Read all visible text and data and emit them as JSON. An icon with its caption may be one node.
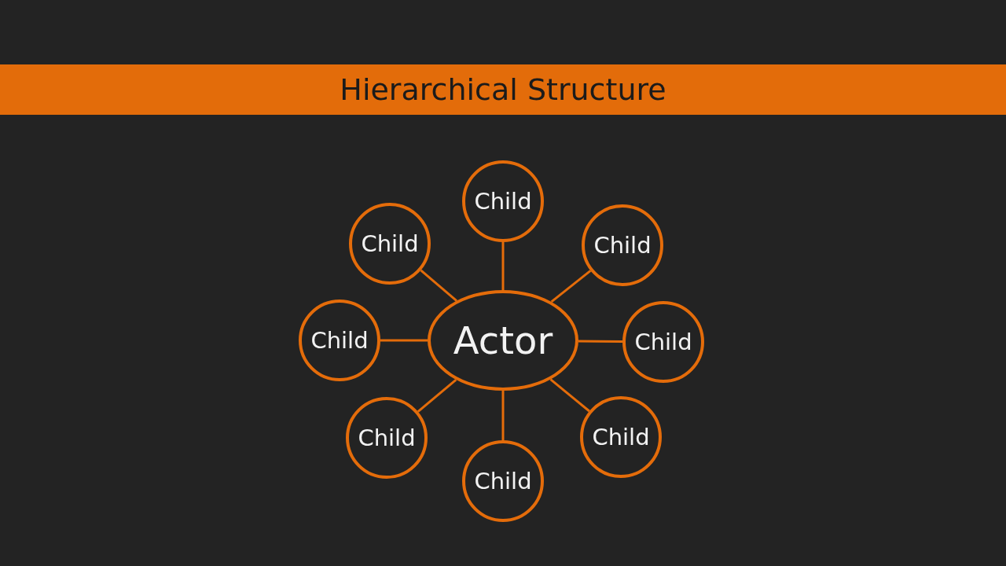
{
  "diagram": {
    "title": "Hierarchical Structure",
    "nodes": [
      {
        "text": [
          "Actor"
        ]
      },
      {
        "text": [
          "Child"
        ]
      },
      {
        "text": [
          "Child"
        ]
      },
      {
        "text": [
          "Child"
        ]
      },
      {
        "text": [
          "Child"
        ]
      },
      {
        "text": [
          "Child"
        ]
      },
      {
        "text": [
          "Child"
        ]
      },
      {
        "text": [
          "Child"
        ]
      },
      {
        "text": [
          "Child"
        ]
      }
    ],
    "edges": [
      {
        "from": 0,
        "to": 1,
        "arrow": "none"
      },
      {
        "from": 0,
        "to": 2,
        "arrow": "none"
      },
      {
        "from": 0,
        "to": 3,
        "arrow": "none"
      },
      {
        "from": 0,
        "to": 4,
        "arrow": "none"
      },
      {
        "from": 0,
        "to": 5,
        "arrow": "none"
      },
      {
        "from": 0,
        "to": 6,
        "arrow": "none"
      },
      {
        "from": 0,
        "to": 7,
        "arrow": "none"
      },
      {
        "from": 0,
        "to": 8,
        "arrow": "none"
      }
    ]
  }
}
